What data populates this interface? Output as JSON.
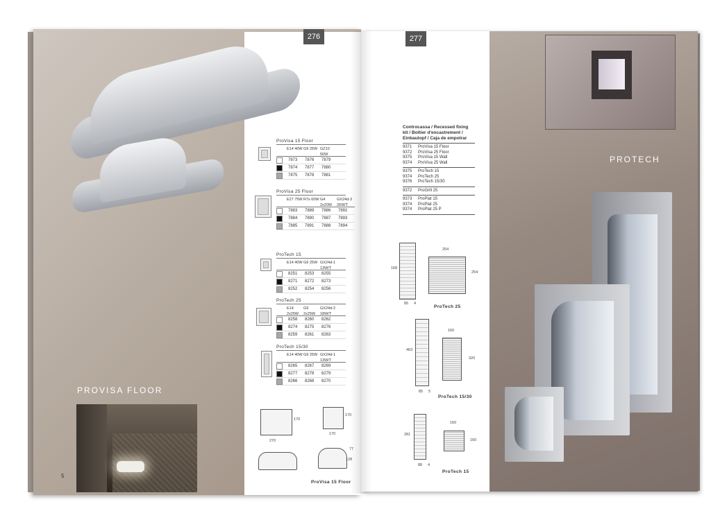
{
  "pages": {
    "left": {
      "number": "276",
      "section_title": "PROVISA FLOOR",
      "corner_number": "5"
    },
    "right": {
      "number": "277",
      "section_title": "PROTECH"
    }
  },
  "product_tables": [
    {
      "title": "ProVisa 15 Floor",
      "headers": [
        "E14 40W",
        "G9 25W",
        "GZ10 50W"
      ],
      "rows": [
        {
          "swatch": "#ffffff",
          "values": [
            "7873",
            "7876",
            "7879"
          ]
        },
        {
          "swatch": "#111111",
          "values": [
            "7874",
            "7877",
            "7880"
          ]
        },
        {
          "swatch": "#a8a8a8",
          "values": [
            "7875",
            "7878",
            "7881"
          ]
        }
      ]
    },
    {
      "title": "ProVisa 25 Floor",
      "headers": [
        "E27 75W",
        "R7s 60W",
        "G4 2x20W",
        "GX24d-3 26W/T"
      ],
      "rows": [
        {
          "swatch": "#ffffff",
          "values": [
            "7883",
            "7889",
            "7886",
            "7892"
          ]
        },
        {
          "swatch": "#111111",
          "values": [
            "7884",
            "7890",
            "7887",
            "7893"
          ]
        },
        {
          "swatch": "#a8a8a8",
          "values": [
            "7885",
            "7891",
            "7888",
            "7894"
          ]
        }
      ]
    },
    {
      "title": "ProTech 15",
      "headers": [
        "E14 40W",
        "G9 25W",
        "GX24d-1 13W/T"
      ],
      "rows": [
        {
          "swatch": "#ffffff",
          "values": [
            "8251",
            "8253",
            "8255"
          ]
        },
        {
          "swatch": "#111111",
          "values": [
            "8271",
            "8272",
            "8273"
          ]
        },
        {
          "swatch": "#a8a8a8",
          "values": [
            "8252",
            "8254",
            "8256"
          ]
        }
      ]
    },
    {
      "title": "ProTech 25",
      "headers": [
        "E14 2x25W",
        "G9 2x25W",
        "GX24d-2 18W/T"
      ],
      "rows": [
        {
          "swatch": "#ffffff",
          "values": [
            "8258",
            "8260",
            "8262"
          ]
        },
        {
          "swatch": "#111111",
          "values": [
            "8274",
            "8275",
            "8276"
          ]
        },
        {
          "swatch": "#a8a8a8",
          "values": [
            "8259",
            "8261",
            "8263"
          ]
        }
      ]
    },
    {
      "title": "ProTech 15/30",
      "headers": [
        "E14 40W",
        "G9 25W",
        "GX24d-1 13W/T"
      ],
      "rows": [
        {
          "swatch": "#ffffff",
          "values": [
            "8265",
            "8267",
            "8269"
          ]
        },
        {
          "swatch": "#111111",
          "values": [
            "8277",
            "8278",
            "8279"
          ]
        },
        {
          "swatch": "#a8a8a8",
          "values": [
            "8266",
            "8268",
            "8270"
          ]
        }
      ]
    }
  ],
  "kit": {
    "heading": [
      "Controcassa / Recessed fixing",
      "kit / Boîtier d'encastrement /",
      "Einbautopf / Caja de empotrar"
    ],
    "groups": [
      [
        {
          "code": "9371",
          "name": "ProVisa 15 Floor"
        },
        {
          "code": "9372",
          "name": "ProVisa 25 Floor"
        },
        {
          "code": "9375",
          "name": "ProVisa 15 Wall"
        },
        {
          "code": "9374",
          "name": "ProVisa 25 Wall"
        }
      ],
      [
        {
          "code": "9375",
          "name": "ProTech 15"
        },
        {
          "code": "9374",
          "name": "ProTech 25"
        },
        {
          "code": "9376",
          "name": "ProTech 15/30"
        }
      ],
      [
        {
          "code": "9372",
          "name": "ProGrill 25"
        }
      ],
      [
        {
          "code": "9373",
          "name": "ProPlat 15"
        },
        {
          "code": "9374",
          "name": "ProPlat 25"
        },
        {
          "code": "9374",
          "name": "ProPlat 25 P"
        }
      ]
    ]
  },
  "drawings": {
    "protech25": {
      "caption": "ProTech 25",
      "dims": [
        "254",
        "168",
        "254",
        "85",
        "4"
      ]
    },
    "protech1530": {
      "caption": "ProTech 15/30",
      "dims": [
        "160",
        "463",
        "320",
        "85",
        "5"
      ]
    },
    "protech15": {
      "caption": "ProTech 15",
      "dims": [
        "160",
        "281",
        "160",
        "88",
        "4"
      ]
    },
    "provisa15": {
      "caption": "ProVisa 15 Floor",
      "dims": [
        "270",
        "170",
        "170",
        "170",
        "128",
        "77"
      ]
    }
  }
}
